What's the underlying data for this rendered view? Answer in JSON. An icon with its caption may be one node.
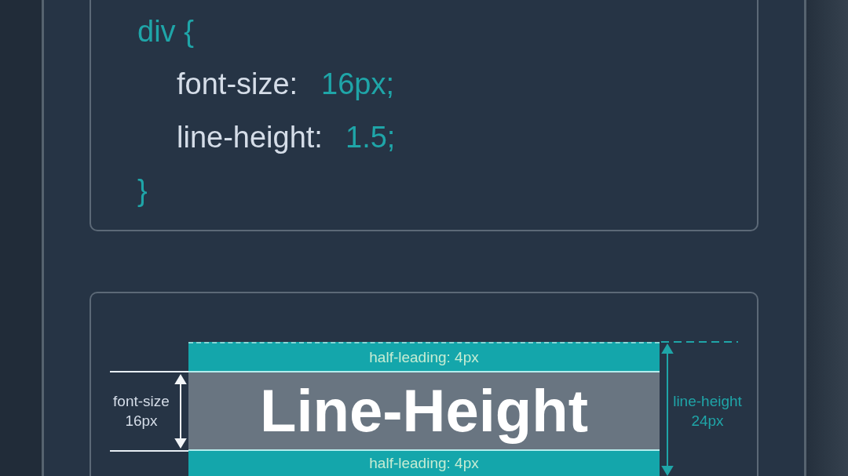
{
  "diagram": {
    "nodes": [
      {
        "text": [
          "div {",
          "font-size:",
          "16px;",
          "line-height:",
          "1.5;",
          "}"
        ]
      },
      {
        "text": [],
        "shape": "box"
      },
      {
        "text": [
          "half-leading: 4px"
        ],
        "in": 1
      },
      {
        "text": [
          "Line-Height"
        ],
        "in": 1
      },
      {
        "text": [
          "half-leading: 4px"
        ],
        "in": 1
      }
    ],
    "labels": [
      "font-size 16px",
      "line-height 24px"
    ]
  }
}
